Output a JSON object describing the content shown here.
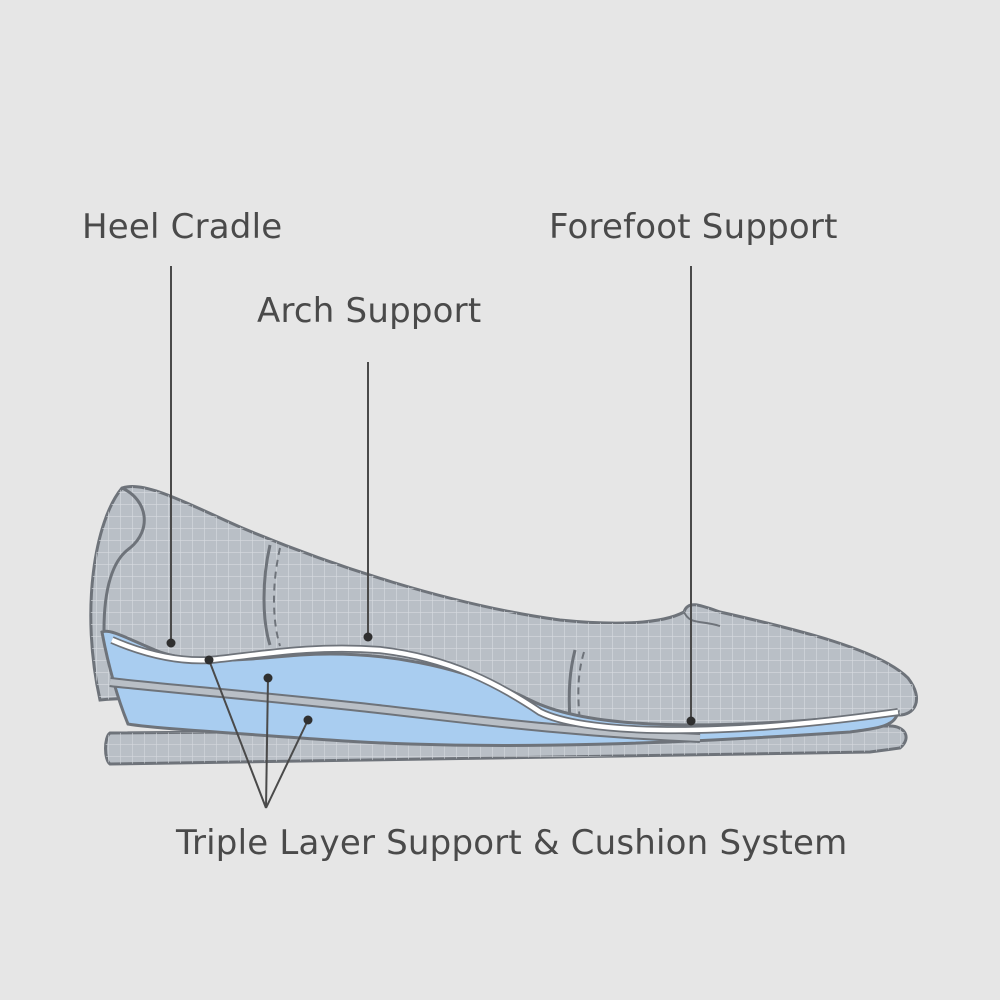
{
  "diagram": {
    "labels": {
      "heel_cradle": "Heel Cradle",
      "arch_support": "Arch Support",
      "forefoot_support": "Forefoot Support",
      "triple_layer": "Triple Layer Support & Cushion System"
    },
    "colors": {
      "background": "#e6e6e6",
      "shoe_fill": "#b9bfc6",
      "shoe_outline": "#6e737a",
      "grid": "#d7dbe0",
      "cushion": "#a9cdf0",
      "insole_line": "#ffffff",
      "leader_line": "#4a4a4a"
    }
  }
}
